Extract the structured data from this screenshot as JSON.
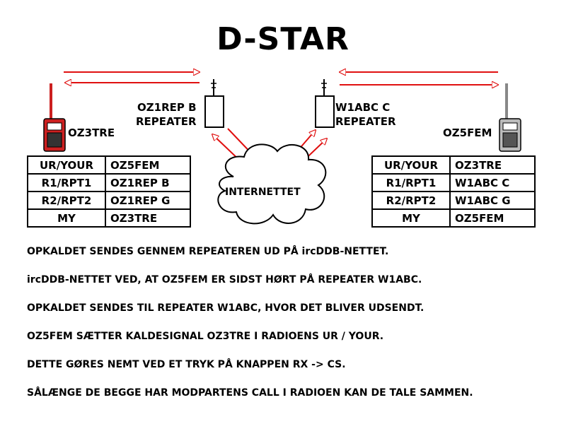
{
  "title": "D-STAR",
  "left_station": {
    "callsign": "OZ3TRE"
  },
  "right_station": {
    "callsign": "OZ5FEM"
  },
  "left_repeater": {
    "line1": "OZ1REP B",
    "line2": "REPEATER"
  },
  "right_repeater": {
    "line1": "W1ABC C",
    "line2": "REPEATER"
  },
  "internet": "INTERNETTET",
  "left_table": {
    "rows": [
      {
        "key": "UR/YOUR",
        "value": "OZ5FEM"
      },
      {
        "key": "R1/RPT1",
        "value": "OZ1REP B"
      },
      {
        "key": "R2/RPT2",
        "value": "OZ1REP G"
      },
      {
        "key": "MY",
        "value": "OZ3TRE"
      }
    ]
  },
  "right_table": {
    "rows": [
      {
        "key": "UR/YOUR",
        "value": "OZ3TRE"
      },
      {
        "key": "R1/RPT1",
        "value": "W1ABC C"
      },
      {
        "key": "R2/RPT2",
        "value": "W1ABC G"
      },
      {
        "key": "MY",
        "value": "OZ5FEM"
      }
    ]
  },
  "colors": {
    "arrow": "#e01010",
    "radio_left": "#cc2020",
    "ink": "#000000"
  },
  "steps": [
    "OPKALDET SENDES GENNEM REPEATEREN UD PÅ ircDDB-NETTET.",
    "ircDDB-NETTET VED, AT OZ5FEM ER SIDST HØRT PÅ REPEATER W1ABC.",
    "OPKALDET SENDES TIL REPEATER W1ABC, HVOR DET BLIVER UDSENDT.",
    "OZ5FEM SÆTTER KALDESIGNAL OZ3TRE I RADIOENS UR / YOUR.",
    "DETTE GØRES NEMT VED ET TRYK PÅ KNAPPEN RX -> CS.",
    "SÅLÆNGE DE BEGGE HAR MODPARTENS CALL I RADIOEN KAN DE TALE SAMMEN."
  ]
}
